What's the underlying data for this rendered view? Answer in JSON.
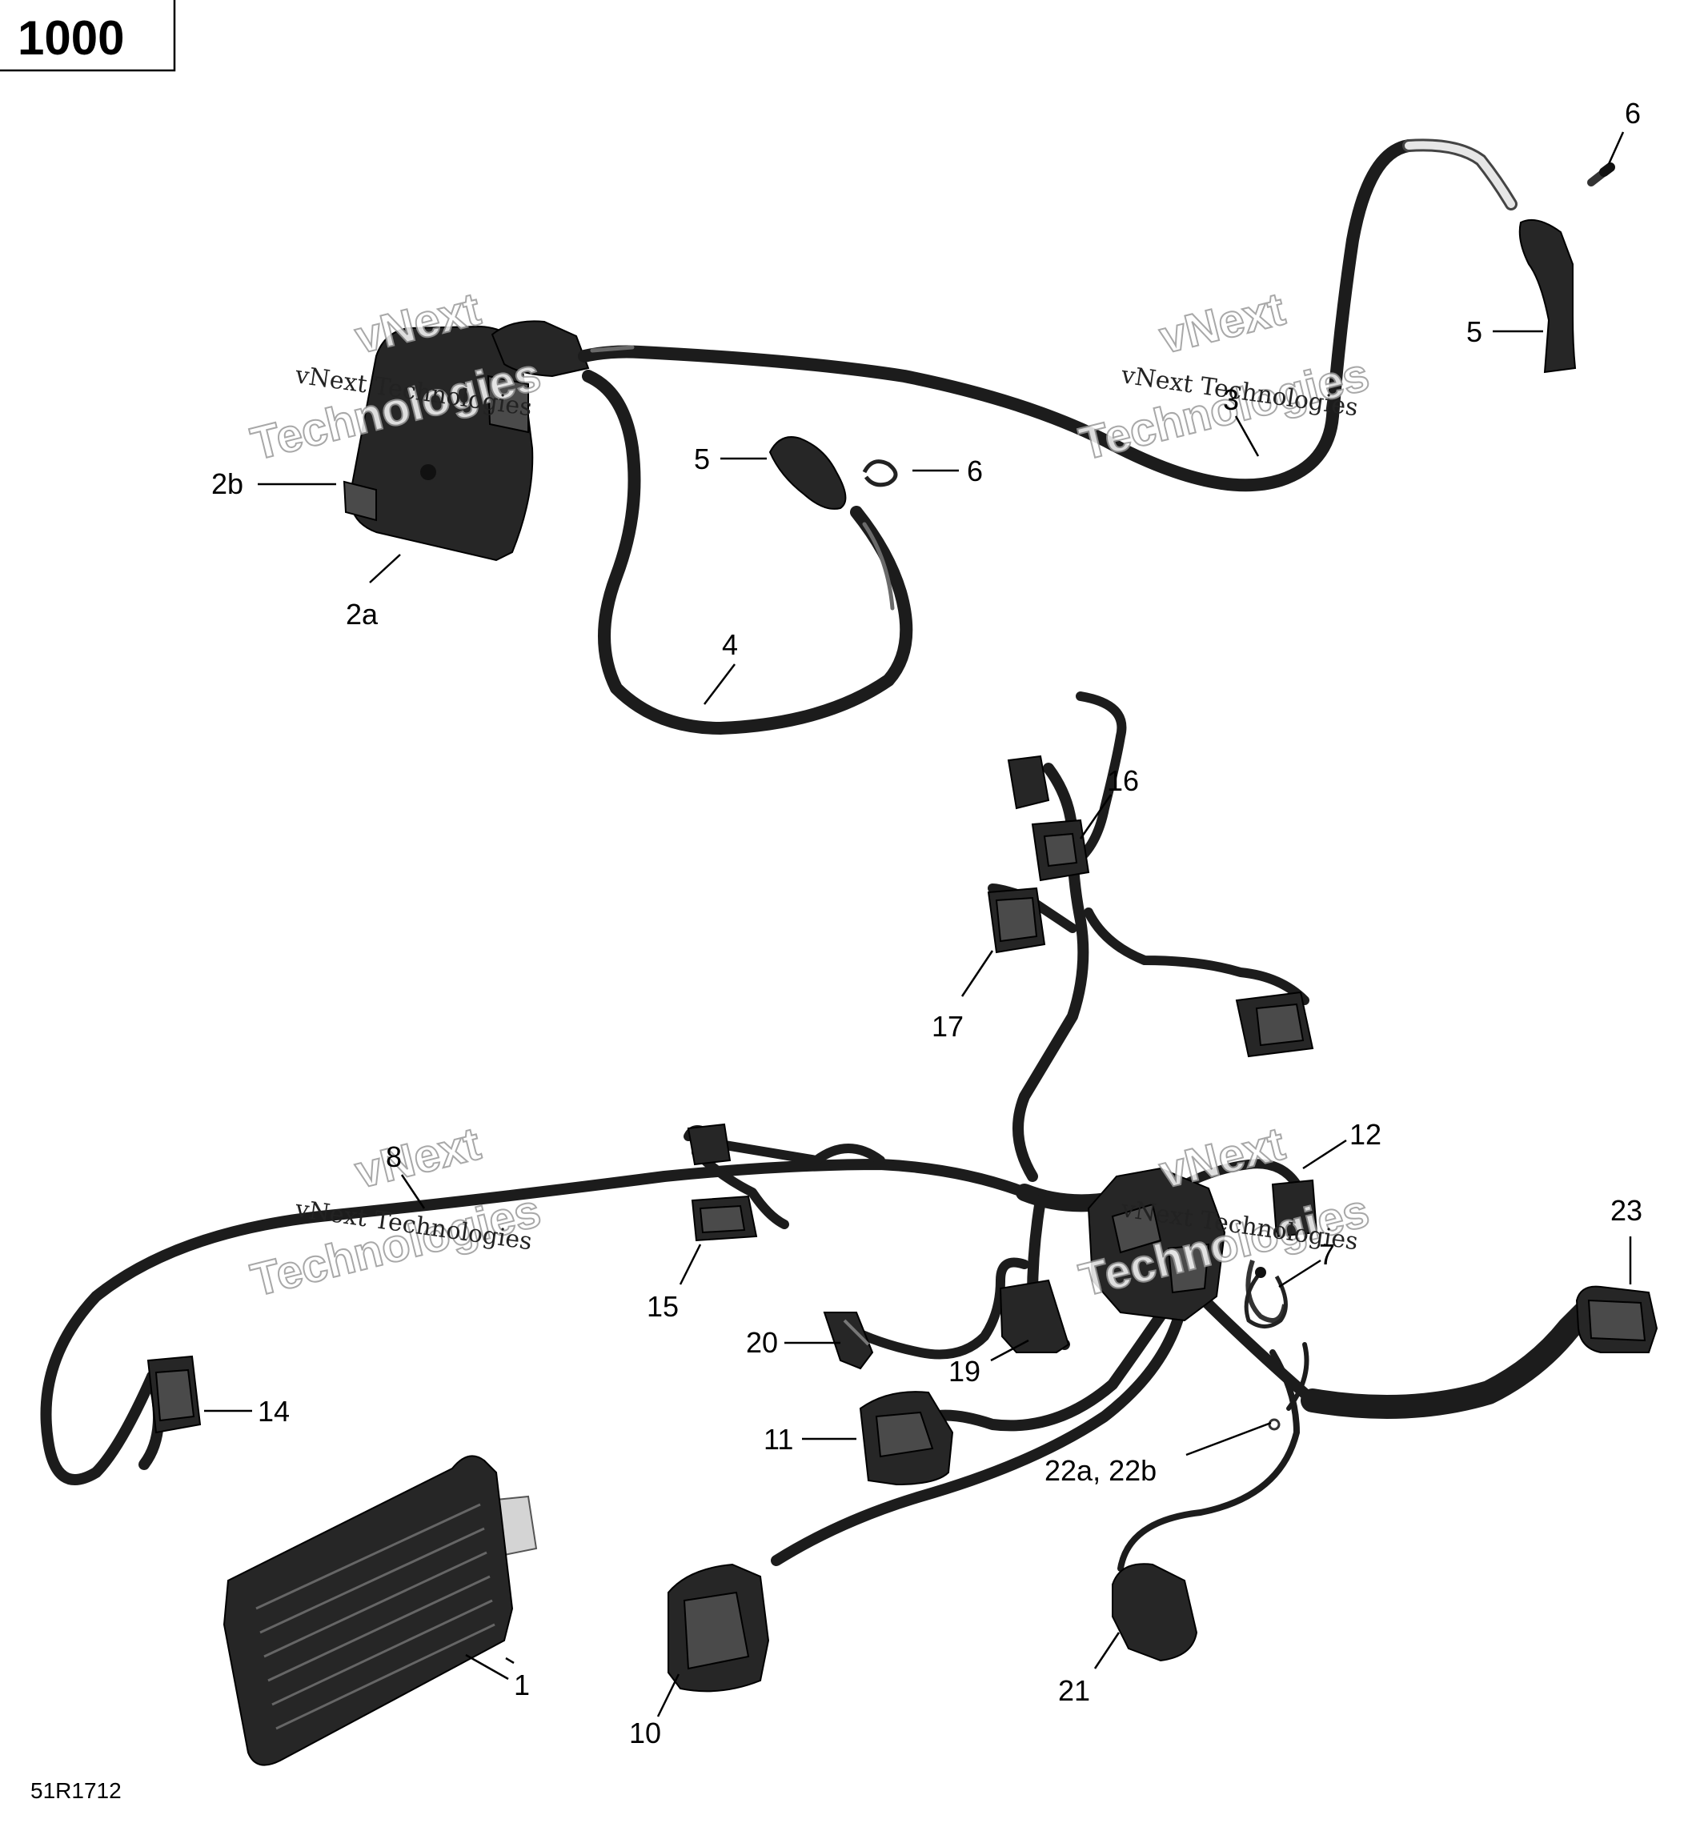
{
  "header": {
    "box_label": "1000"
  },
  "footer": {
    "drawing_number": "51R1712"
  },
  "watermark": {
    "line1": "vNext Technologies",
    "line2": "vNext",
    "line3": "Technologies"
  },
  "callouts": {
    "c1": "1",
    "c2a": "2a",
    "c2b": "2b",
    "c3": "3",
    "c4": "4",
    "c5a": "5",
    "c5b": "5",
    "c6a": "6",
    "c6b": "6",
    "c7": "7",
    "c8": "8",
    "c10": "10",
    "c11": "11",
    "c12": "12",
    "c14": "14",
    "c15": "15",
    "c16": "16",
    "c17": "17",
    "c19": "19",
    "c20": "20",
    "c21": "21",
    "c22": "22a, 22b",
    "c23": "23"
  }
}
